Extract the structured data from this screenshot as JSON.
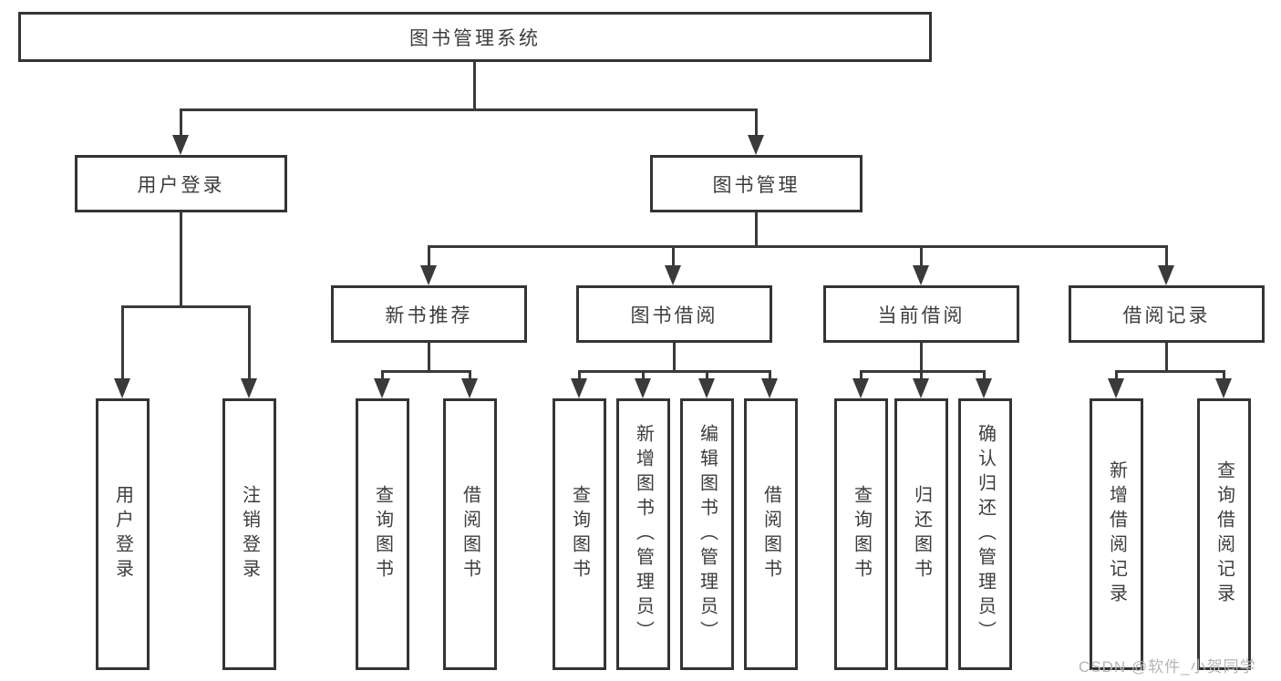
{
  "diagram_title": "图书管理系统",
  "watermark": "CSDN @软件_小贺同学",
  "colors": {
    "border": "#343434",
    "line": "#3a3a3a",
    "text": "#3d3d3d",
    "watermark": "#b5b5b5",
    "background": "#ffffff"
  },
  "tree": {
    "root": "图书管理系统",
    "level2": [
      "用户登录",
      "图书管理"
    ],
    "level3": [
      "新书推荐",
      "图书借阅",
      "当前借阅",
      "借阅记录"
    ],
    "leaves": {
      "user_login": [
        "用户登录",
        "注销登录"
      ],
      "new_book_rec": [
        "查询图书",
        "借阅图书"
      ],
      "book_borrow": [
        "查询图书",
        "新增图书（管理员）",
        "编辑图书（管理员）",
        "借阅图书"
      ],
      "current_borrow": [
        "查询图书",
        "归还图书",
        "确认归还（管理员）"
      ],
      "borrow_records": [
        "新增借阅记录",
        "查询借阅记录"
      ]
    }
  }
}
